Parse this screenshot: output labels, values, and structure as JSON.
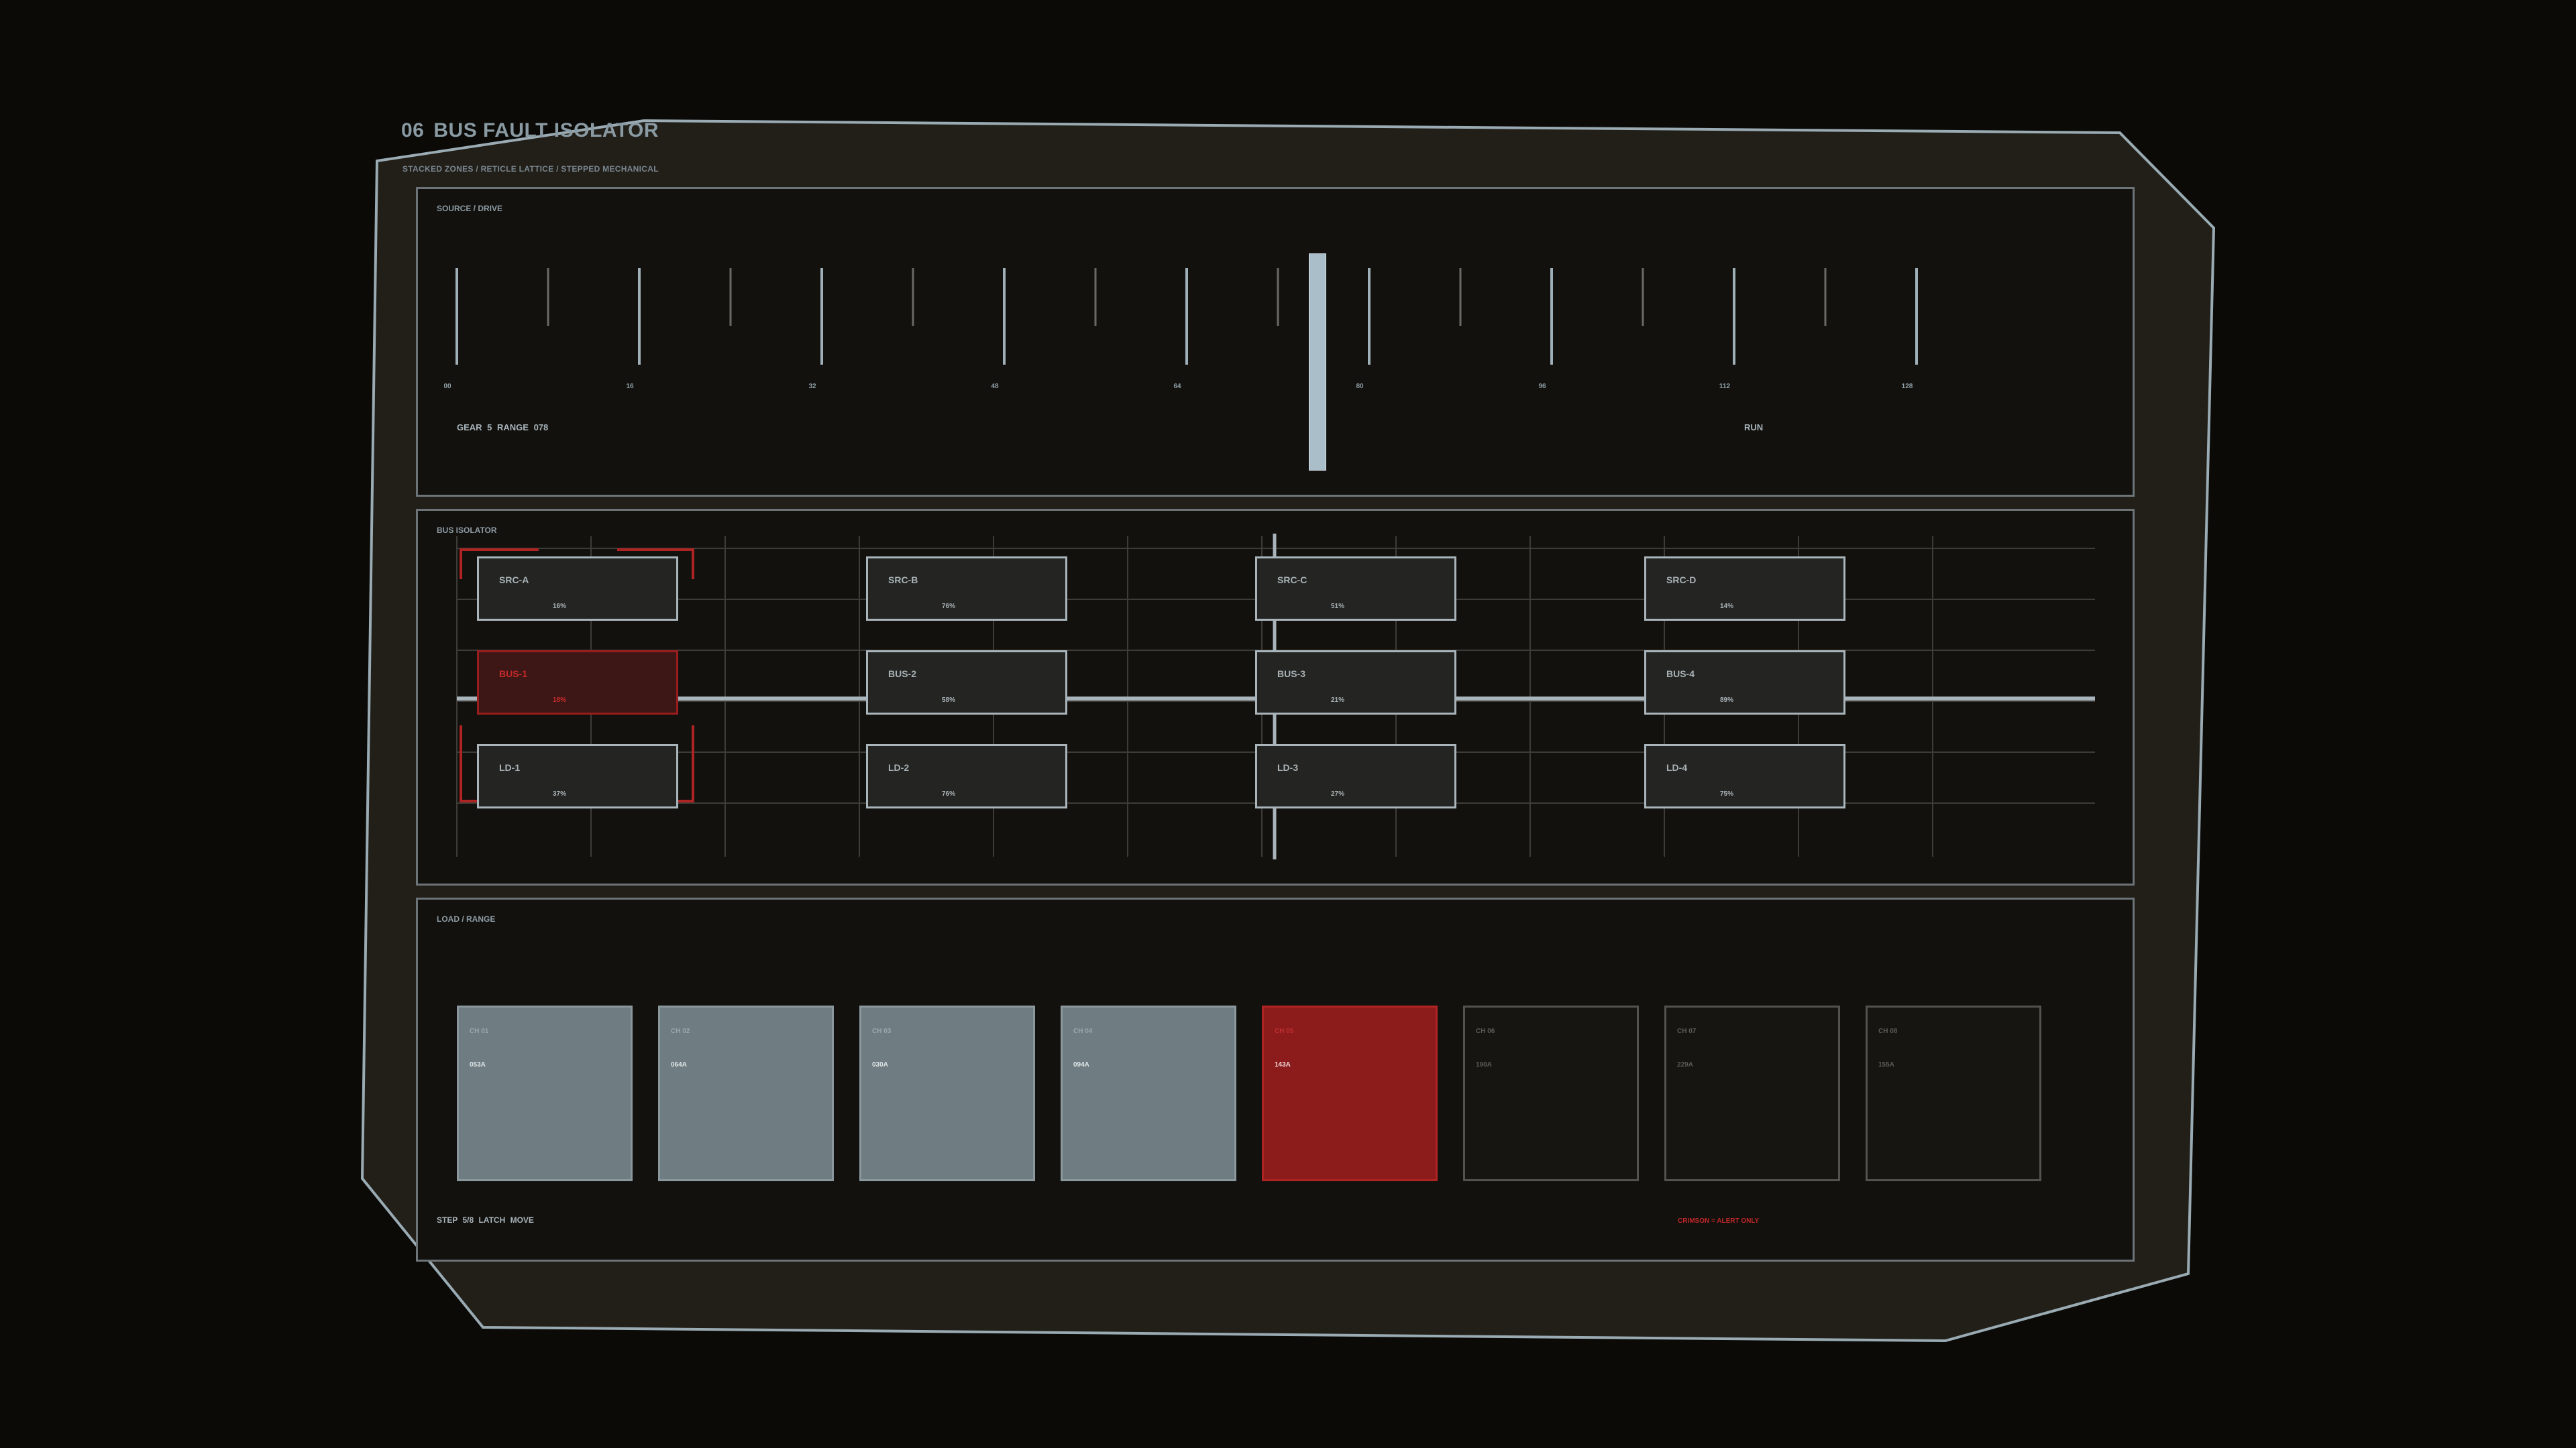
{
  "header": {
    "number": "06",
    "title": "BUS FAULT ISOLATOR",
    "subtitle": "STACKED ZONES / RETICLE LATTICE / STEPPED MECHANICAL"
  },
  "source_panel": {
    "label": "SOURCE / DRIVE",
    "ticks": [
      "00",
      "16",
      "32",
      "48",
      "64",
      "80",
      "96",
      "112",
      "128"
    ],
    "status_left": "GEAR 5   RANGE 078",
    "status_right": "RUN",
    "indicator_value": 78
  },
  "bus_panel": {
    "label": "BUS ISOLATOR",
    "rows": [
      [
        {
          "label": "SRC-A",
          "value": "16%",
          "state": "normal"
        },
        {
          "label": "SRC-B",
          "value": "76%",
          "state": "normal"
        },
        {
          "label": "SRC-C",
          "value": "51%",
          "state": "normal"
        },
        {
          "label": "SRC-D",
          "value": "14%",
          "state": "normal"
        }
      ],
      [
        {
          "label": "BUS-1",
          "value": "18%",
          "state": "fault"
        },
        {
          "label": "BUS-2",
          "value": "58%",
          "state": "normal"
        },
        {
          "label": "BUS-3",
          "value": "21%",
          "state": "normal"
        },
        {
          "label": "BUS-4",
          "value": "89%",
          "state": "normal"
        }
      ],
      [
        {
          "label": "LD-1",
          "value": "37%",
          "state": "normal"
        },
        {
          "label": "LD-2",
          "value": "76%",
          "state": "normal"
        },
        {
          "label": "LD-3",
          "value": "27%",
          "state": "normal"
        },
        {
          "label": "LD-4",
          "value": "75%",
          "state": "normal"
        }
      ]
    ]
  },
  "load_panel": {
    "label": "LOAD / RANGE",
    "channels": [
      {
        "label": "CH 01",
        "value": "053A",
        "state": "active"
      },
      {
        "label": "CH 02",
        "value": "064A",
        "state": "active"
      },
      {
        "label": "CH 03",
        "value": "030A",
        "state": "active"
      },
      {
        "label": "CH 04",
        "value": "094A",
        "state": "active"
      },
      {
        "label": "CH 05",
        "value": "143A",
        "state": "alert"
      },
      {
        "label": "CH 06",
        "value": "190A",
        "state": "off"
      },
      {
        "label": "CH 07",
        "value": "229A",
        "state": "off"
      },
      {
        "label": "CH 08",
        "value": "155A",
        "state": "off"
      }
    ],
    "status_left": "STEP 5/8   LATCH MOVE",
    "alert_note": "CRIMSON = ALERT ONLY"
  },
  "colors": {
    "background": "#0b0a07",
    "frame_fill": "#221f19",
    "frame_stroke": "#9aabb3",
    "panel_fill": "#12110e",
    "accent": "#a9bec8",
    "alert": "#b02323"
  }
}
